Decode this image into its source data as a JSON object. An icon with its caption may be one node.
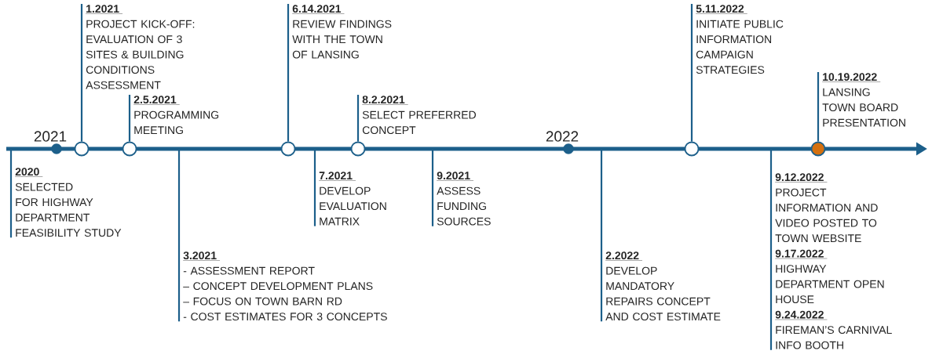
{
  "diagram": {
    "nodes": [
      {
        "text": [],
        "shape": "circle",
        "beside": [
          "2021"
        ]
      },
      {
        "text": [],
        "shape": "circle"
      },
      {
        "text": [
          "1.2021",
          "PROJECT KICK-OFF: EVALUATION OF 3 SITES & BUILDING CONDITIONS ASSESSMENT"
        ]
      },
      {
        "text": [
          "2020",
          "SELECTED FOR HIGHWAY DEPARTMENT FEASIBILITY STUDY"
        ]
      },
      {
        "text": [],
        "shape": "circle"
      },
      {
        "text": [
          "2.5.2021",
          "PROGRAMMING MEETING"
        ]
      },
      {
        "text": [
          "3.2021",
          "- ASSESSMENT REPORT",
          "– CONCEPT DEVELOPMENT PLANS",
          "– FOCUS ON TOWN BARN RD",
          "- COST ESTIMATES FOR 3 CONCEPTS"
        ]
      },
      {
        "text": [],
        "shape": "circle"
      },
      {
        "text": [
          "6.14.2021",
          "REVIEW FINDINGS WITH THE TOWN OF LANSING"
        ]
      },
      {
        "text": [
          "7.2021",
          "DEVELOP EVALUATION MATRIX"
        ]
      },
      {
        "text": [],
        "shape": "circle"
      },
      {
        "text": [
          "8.2.2021",
          "SELECT PREFERRED CONCEPT"
        ]
      },
      {
        "text": [
          "9.2021",
          "ASSESS FUNDING SOURCES"
        ]
      },
      {
        "text": [],
        "shape": "circle",
        "beside": [
          "2022"
        ]
      },
      {
        "text": [
          "2.2022",
          "DEVELOP MANDATORY REPAIRS CONCEPT AND COST ESTIMATE"
        ]
      },
      {
        "text": [],
        "shape": "circle"
      },
      {
        "text": [
          "5.11.2022",
          "INITIATE PUBLIC INFORMATION CAMPAIGN STRATEGIES"
        ]
      },
      {
        "text": [
          "9.12.2022",
          "PROJECT INFORMATION AND VIDEO POSTED TO TOWN WEBSITE",
          "9.17.2022",
          "HIGHWAY DEPARTMENT OPEN HOUSE",
          "9.24.2022",
          "FIREMAN’S CARNIVAL INFO BOOTH"
        ]
      },
      {
        "text": [],
        "shape": "circle"
      },
      {
        "text": [
          "10.19.2022",
          "LANSING TOWN BOARD PRESENTATION"
        ]
      }
    ],
    "edges": [
      {
        "from": 1,
        "to": 2,
        "arrow": "none"
      },
      {
        "from": null,
        "to": 3,
        "arrow": "none"
      },
      {
        "from": 4,
        "to": 5,
        "arrow": "none"
      },
      {
        "from": null,
        "to": 6,
        "arrow": "none"
      },
      {
        "from": 7,
        "to": 8,
        "arrow": "none"
      },
      {
        "from": null,
        "to": 9,
        "arrow": "none"
      },
      {
        "from": 10,
        "to": 11,
        "arrow": "none"
      },
      {
        "from": null,
        "to": 12,
        "arrow": "none"
      },
      {
        "from": null,
        "to": 14,
        "arrow": "none"
      },
      {
        "from": 15,
        "to": 16,
        "arrow": "none"
      },
      {
        "from": null,
        "to": 17,
        "arrow": "none"
      },
      {
        "from": 18,
        "to": 19,
        "arrow": "none"
      }
    ]
  }
}
